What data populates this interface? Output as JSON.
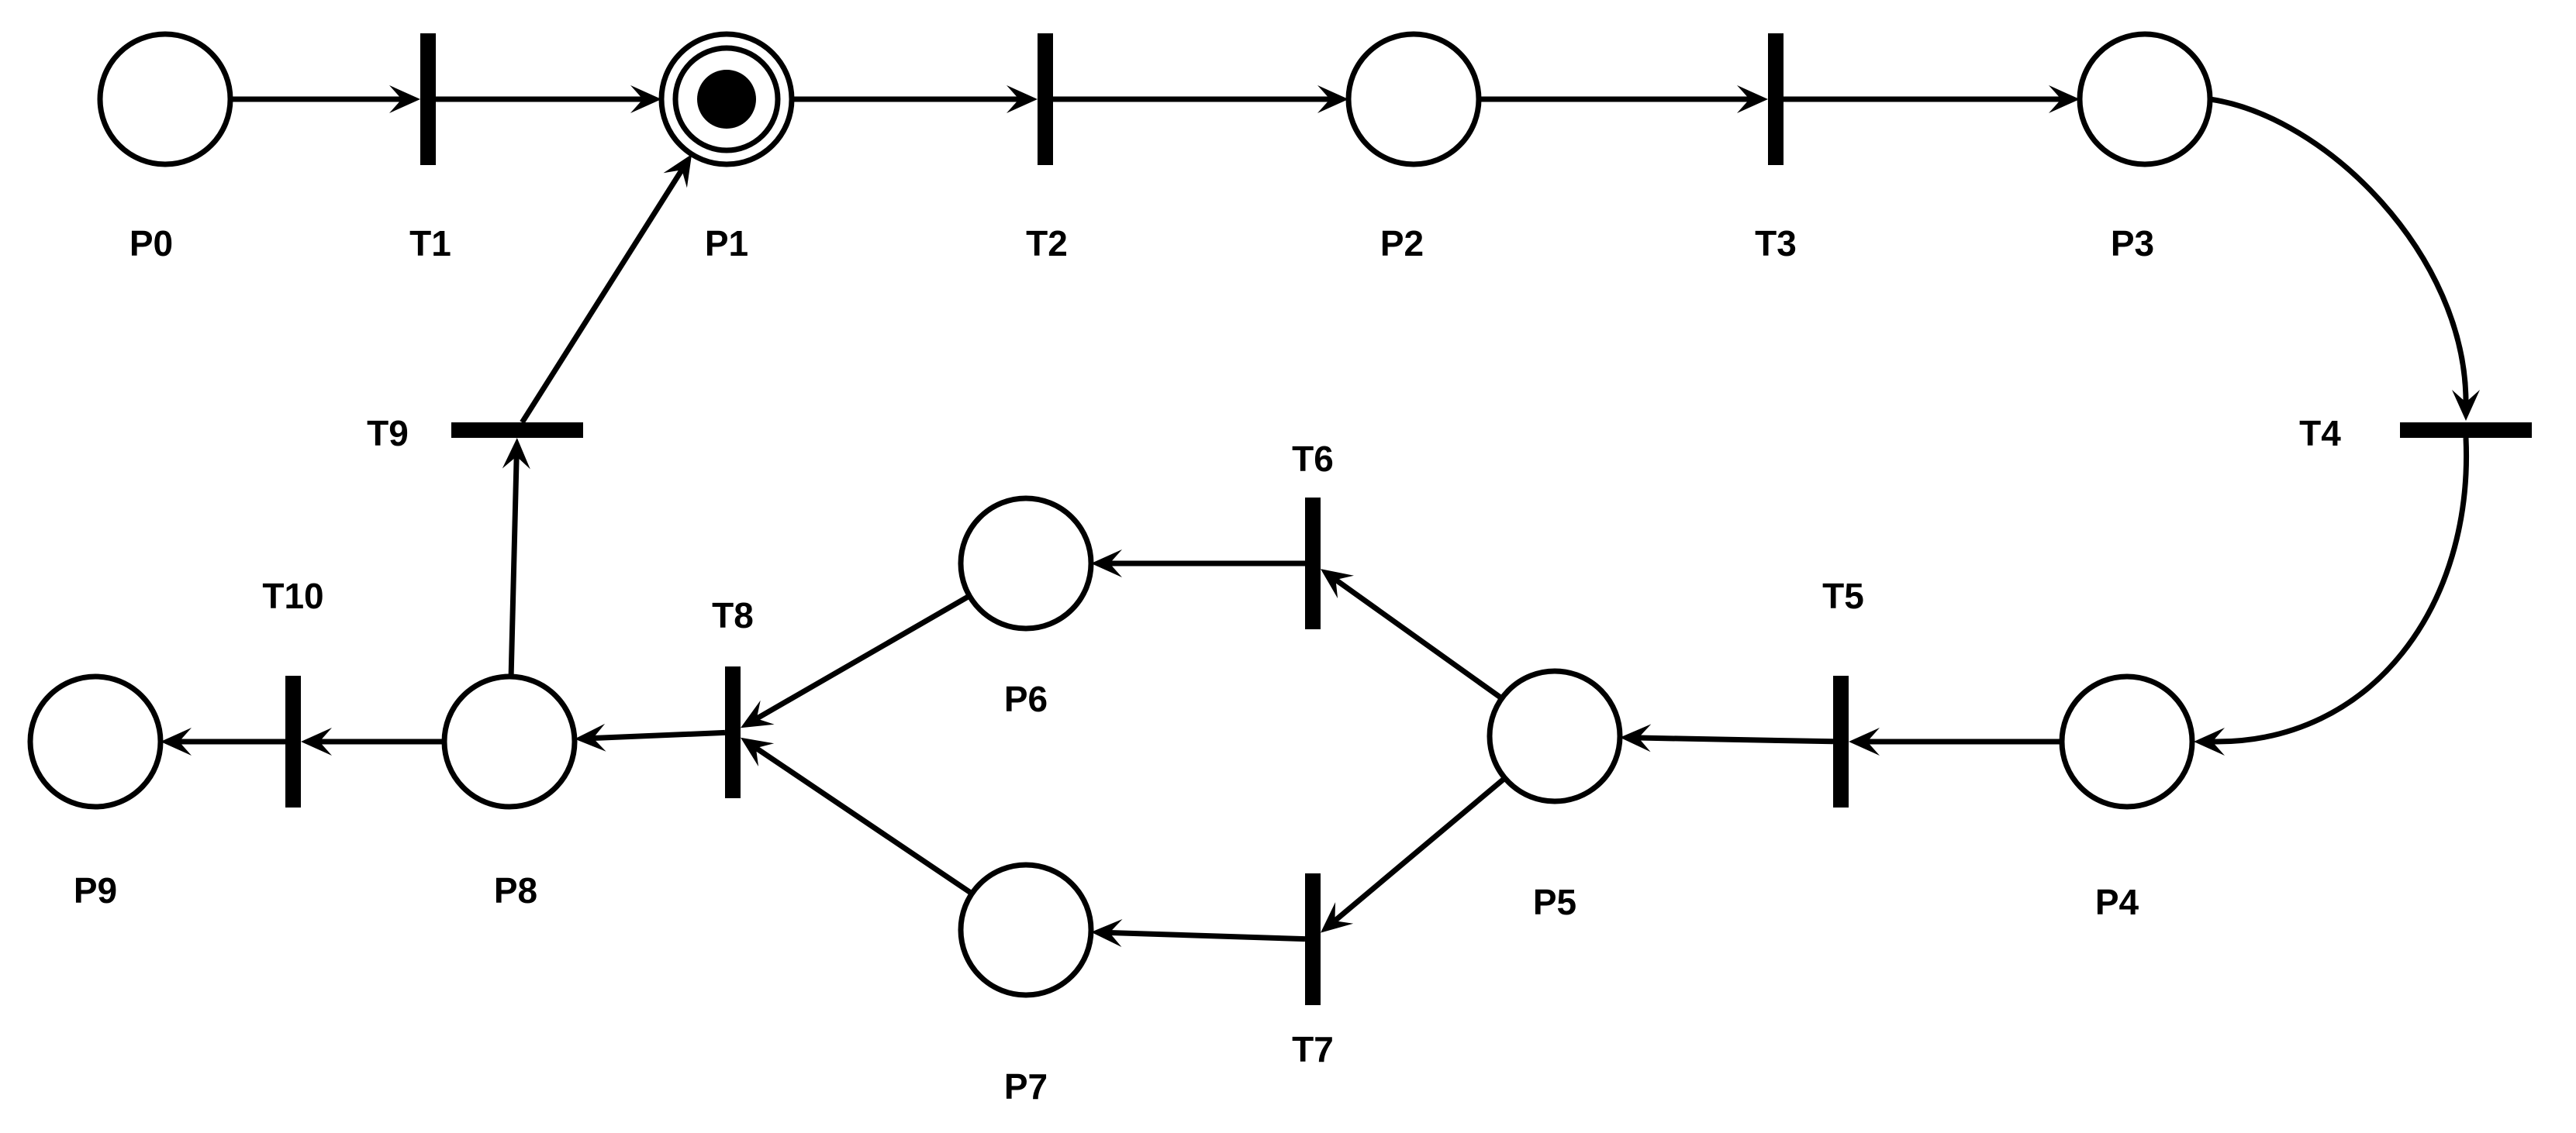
{
  "places": [
    {
      "id": "P0",
      "label": "P0",
      "tokens": 0
    },
    {
      "id": "P1",
      "label": "P1",
      "tokens": 1
    },
    {
      "id": "P2",
      "label": "P2",
      "tokens": 0
    },
    {
      "id": "P3",
      "label": "P3",
      "tokens": 0
    },
    {
      "id": "P4",
      "label": "P4",
      "tokens": 0
    },
    {
      "id": "P5",
      "label": "P5",
      "tokens": 0
    },
    {
      "id": "P6",
      "label": "P6",
      "tokens": 0
    },
    {
      "id": "P7",
      "label": "P7",
      "tokens": 0
    },
    {
      "id": "P8",
      "label": "P8",
      "tokens": 0
    },
    {
      "id": "P9",
      "label": "P9",
      "tokens": 0
    }
  ],
  "transitions": [
    {
      "id": "T1",
      "label": "T1"
    },
    {
      "id": "T2",
      "label": "T2"
    },
    {
      "id": "T3",
      "label": "T3"
    },
    {
      "id": "T4",
      "label": "T4"
    },
    {
      "id": "T5",
      "label": "T5"
    },
    {
      "id": "T6",
      "label": "T6"
    },
    {
      "id": "T7",
      "label": "T7"
    },
    {
      "id": "T8",
      "label": "T8"
    },
    {
      "id": "T9",
      "label": "T9"
    },
    {
      "id": "T10",
      "label": "T10"
    }
  ],
  "arcs": [
    {
      "from": "P0",
      "to": "T1"
    },
    {
      "from": "T1",
      "to": "P1"
    },
    {
      "from": "P1",
      "to": "T2"
    },
    {
      "from": "T2",
      "to": "P2"
    },
    {
      "from": "P2",
      "to": "T3"
    },
    {
      "from": "T3",
      "to": "P3"
    },
    {
      "from": "P3",
      "to": "T4"
    },
    {
      "from": "T4",
      "to": "P4"
    },
    {
      "from": "P4",
      "to": "T5"
    },
    {
      "from": "T5",
      "to": "P5"
    },
    {
      "from": "P5",
      "to": "T6"
    },
    {
      "from": "P5",
      "to": "T7"
    },
    {
      "from": "T6",
      "to": "P6"
    },
    {
      "from": "T7",
      "to": "P7"
    },
    {
      "from": "P6",
      "to": "T8"
    },
    {
      "from": "P7",
      "to": "T8"
    },
    {
      "from": "T8",
      "to": "P8"
    },
    {
      "from": "P8",
      "to": "T9"
    },
    {
      "from": "T9",
      "to": "P1"
    },
    {
      "from": "P8",
      "to": "T10"
    },
    {
      "from": "T10",
      "to": "P9"
    }
  ]
}
